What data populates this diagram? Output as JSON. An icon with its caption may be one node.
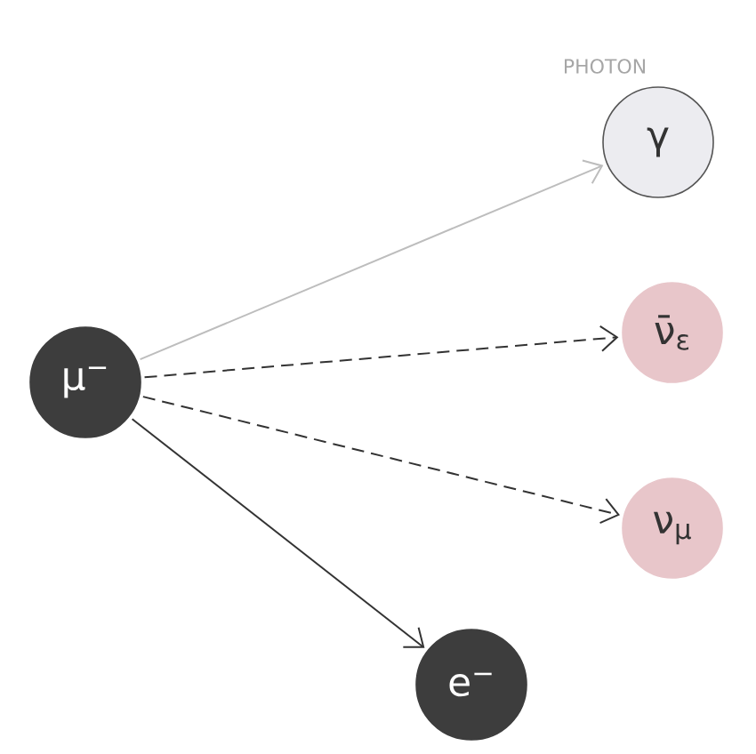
{
  "diagram": {
    "nodes": [
      {
        "text": [
          "μ$^{−}$"
        ]
      },
      {
        "text": [
          "γ"
        ],
        "beside": [
          "PHOTON"
        ]
      },
      {
        "text": [
          "ν̄$_{ε}$"
        ]
      },
      {
        "text": [
          "ν$_{μ}$"
        ]
      },
      {
        "text": [
          "e$^{−}$"
        ]
      }
    ],
    "edges": [
      {
        "from": 0,
        "to": 1,
        "arrow": "to",
        "color": "#bdbdbd"
      },
      {
        "from": 0,
        "to": 2,
        "arrow": "to",
        "style": "dashed"
      },
      {
        "from": 0,
        "to": 3,
        "arrow": "to",
        "style": "dashed"
      },
      {
        "from": 0,
        "to": 4,
        "arrow": "to"
      }
    ]
  }
}
